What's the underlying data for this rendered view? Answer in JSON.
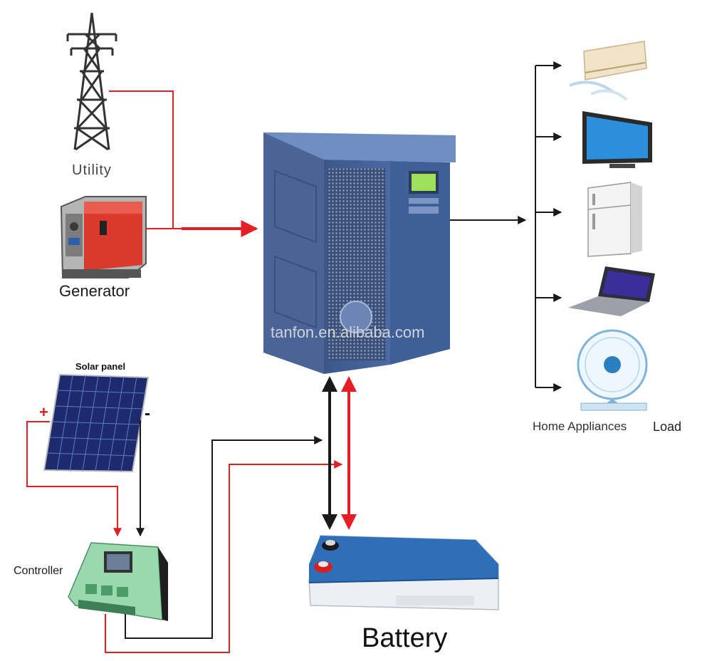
{
  "labels": {
    "utility": "Utility",
    "generator": "Generator",
    "solar_panel": "Solar panel",
    "controller": "Controller",
    "battery": "Battery",
    "home_appliances": "Home Appliances",
    "load": "Load",
    "watermark": "tanfon.en.alibaba.com",
    "plus": "+",
    "minus": "-"
  },
  "colors": {
    "red_wire": "#e31e24",
    "black_wire": "#1a1a1a",
    "inverter": "#3d5c8f",
    "battery_lid": "#2f6fb8",
    "controller": "#8fd0a4",
    "generator": "#d93a2b"
  },
  "icons": [
    "pylon-icon",
    "generator-icon",
    "solar-panel-icon",
    "controller-icon",
    "inverter-icon",
    "battery-icon",
    "air-conditioner-icon",
    "tv-icon",
    "fridge-icon",
    "laptop-icon",
    "fan-icon"
  ]
}
